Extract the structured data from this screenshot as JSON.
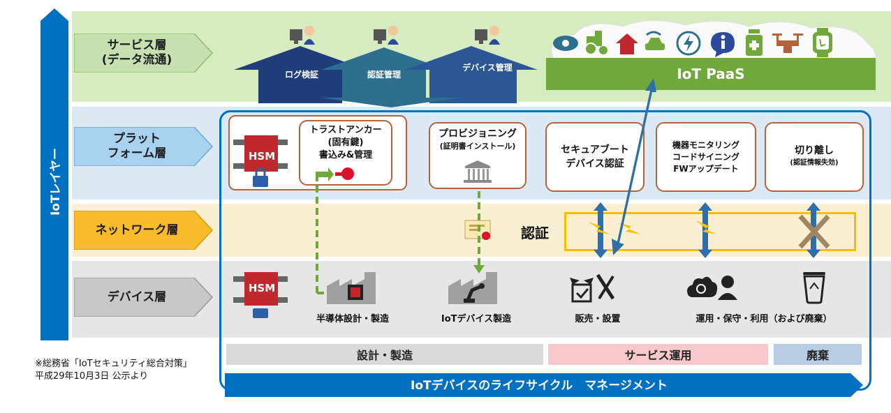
{
  "side_bar": {
    "label": "IoTレイヤー",
    "color": "#0070c0"
  },
  "layers": {
    "service": [
      "サービス層",
      "(データ流通)"
    ],
    "platform": [
      "プラット",
      "フォーム層"
    ],
    "network": [
      "ネットワーク層"
    ],
    "device": [
      "デバイス層"
    ]
  },
  "service": {
    "roles": [
      "ログ検証",
      "認証管理",
      "デバイス管理"
    ],
    "paas": "IoT PaaS",
    "paas_icons": [
      "eye-icon",
      "tractor-icon",
      "house-icon",
      "car-icon",
      "power-icon",
      "info-icon",
      "medicine-icon",
      "drone-icon",
      "watch-icon"
    ]
  },
  "platform": {
    "hsm": "HSM",
    "trust_anchor": [
      "トラストアンカー",
      "(固有鍵)",
      "書込み&管理"
    ],
    "provisioning": [
      "プロビジョニング",
      "(証明書インストール)"
    ],
    "secure_boot": [
      "セキュアブート",
      "デバイス認証"
    ],
    "monitoring": [
      "機器モニタリング",
      "コードサイニング",
      "FWアップデート"
    ],
    "detach": [
      "切り離し",
      "(認証情報失効)"
    ]
  },
  "network": {
    "auth_label": "認証"
  },
  "device": {
    "hsm": "HSM",
    "stages": [
      "半導体設計・製造",
      "IoTデバイス製造",
      "販売・設置",
      "運用・保守・利用（および廃棄）"
    ]
  },
  "lifecycle": {
    "phases": [
      "設計・製造",
      "サービス運用",
      "廃棄"
    ],
    "banner": "IoTデバイスのライフサイクル　マネージメント"
  },
  "note": [
    "※総務省「IoTセキュリティ総合対策」",
    "平成29年10月3日 公示より"
  ],
  "colors": {
    "service_bg": "#d7ebc0",
    "platform_bg": "#dbe9f5",
    "network_bg": "#fbefd3",
    "device_bg": "#e6e6e6",
    "blue": "#0070c0",
    "paas_green": "#70a83b",
    "hsm_red": "#c0282d",
    "box_border": "#b5613a",
    "phase_gray": "#d9d9d9",
    "phase_pink": "#f9c8cc",
    "phase_blue": "#b8cce4",
    "bolt": "#f7c300"
  }
}
